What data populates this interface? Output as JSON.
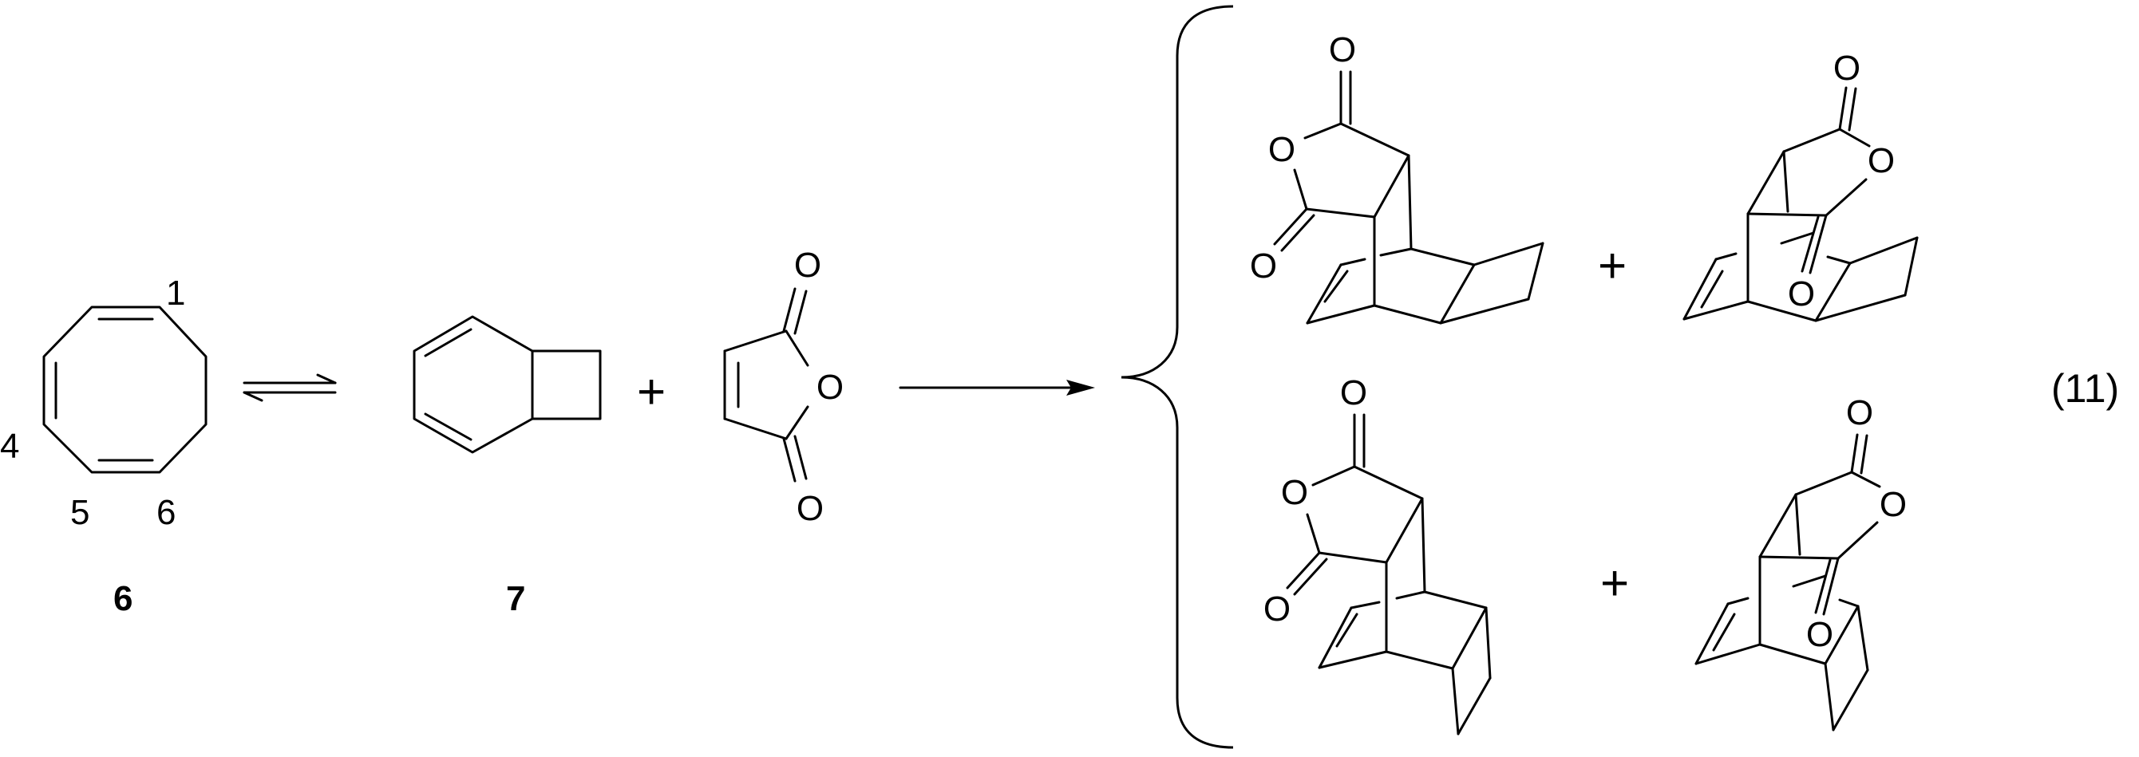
{
  "scheme": {
    "equation_number": "(11)",
    "compounds": [
      {
        "id": "cyclooctatriene",
        "label": "6",
        "locants": [
          "1",
          "4",
          "5",
          "6"
        ]
      },
      {
        "id": "bicyclooctadiene",
        "label": "7"
      }
    ],
    "reagent_atoms": {
      "carbonyl_o_top": "O",
      "ring_o": "O",
      "carbonyl_o_bottom": "O"
    },
    "plus_signs": [
      "+",
      "+",
      "+"
    ],
    "product_atoms": {
      "p1": [
        "O",
        "O",
        "O"
      ],
      "p2": [
        "O",
        "O",
        "O"
      ],
      "p3": [
        "O",
        "O",
        "O"
      ],
      "p4": [
        "O",
        "O",
        "O"
      ]
    }
  }
}
